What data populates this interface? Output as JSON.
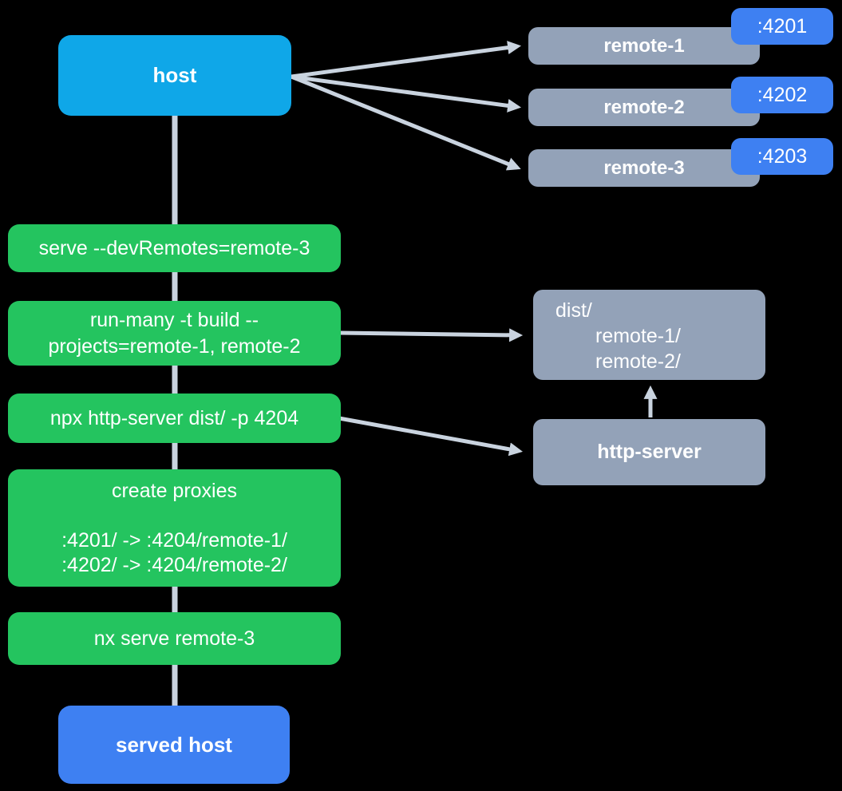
{
  "diagram": {
    "host": {
      "label": "host"
    },
    "remotes": [
      {
        "label": "remote-1",
        "port": ":4201"
      },
      {
        "label": "remote-2",
        "port": ":4202"
      },
      {
        "label": "remote-3",
        "port": ":4203"
      }
    ],
    "commands": {
      "serve": "serve --devRemotes=remote-3",
      "run_many_line1": "run-many -t build --",
      "run_many_line2": "projects=remote-1, remote-2",
      "http_server": "npx http-server dist/ -p 4204",
      "proxies_title": "create proxies",
      "proxy_mapping_1": ":4201/ -> :4204/remote-1/",
      "proxy_mapping_2": ":4202/ -> :4204/remote-2/",
      "nx_serve": "nx serve remote-3"
    },
    "dist": {
      "line1": "dist/",
      "line2": "remote-1/",
      "line3": "remote-2/"
    },
    "http_server": {
      "label": "http-server"
    },
    "served_host": {
      "label": "served host"
    }
  },
  "colors": {
    "background": "#000000",
    "host_box": "#0FA7E8",
    "port_badge_and_served_host": "#3E80F2",
    "gray_box": "#93A2B8",
    "command_box": "#24C45F",
    "connector": "#C9D3DF",
    "text": "#FFFFFF"
  }
}
